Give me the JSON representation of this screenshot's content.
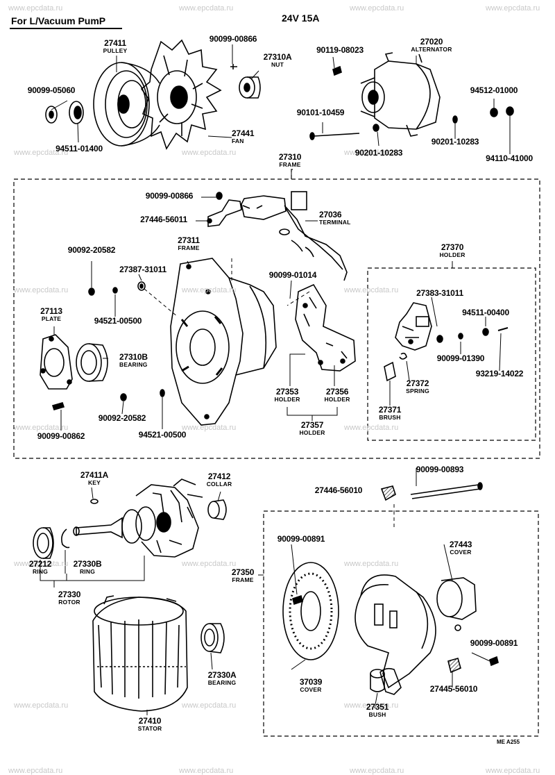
{
  "header": {
    "left_title": "For L/Vacuum PumP",
    "right_title": "24V 15A"
  },
  "watermark": "www.epcdata.ru",
  "footer_code": "ME A255",
  "parts": {
    "p27411": {
      "num": "27411",
      "name": "PULLEY"
    },
    "p90099_00866a": {
      "num": "90099-00866",
      "name": ""
    },
    "p27310A": {
      "num": "27310A",
      "name": "NUT"
    },
    "p90119_08023": {
      "num": "90119-08023",
      "name": ""
    },
    "p27020": {
      "num": "27020",
      "name": "ALTERNATOR"
    },
    "p90099_05060": {
      "num": "90099-05060",
      "name": ""
    },
    "p94511_01400": {
      "num": "94511-01400",
      "name": ""
    },
    "p27441": {
      "num": "27441",
      "name": "FAN"
    },
    "p90101_10459": {
      "num": "90101-10459",
      "name": ""
    },
    "p94512_01000": {
      "num": "94512-01000",
      "name": ""
    },
    "p90201_10283a": {
      "num": "90201-10283",
      "name": ""
    },
    "p90201_10283b": {
      "num": "90201-10283",
      "name": ""
    },
    "p94110_41000": {
      "num": "94110-41000",
      "name": ""
    },
    "p27310": {
      "num": "27310",
      "name": "FRAME"
    },
    "p90099_00866b": {
      "num": "90099-00866",
      "name": ""
    },
    "p27446_56011": {
      "num": "27446-56011",
      "name": ""
    },
    "p27036": {
      "num": "27036",
      "name": "TERMINAL"
    },
    "p90092_20582a": {
      "num": "90092-20582",
      "name": ""
    },
    "p27311": {
      "num": "27311",
      "name": "FRAME"
    },
    "p27387_31011": {
      "num": "27387-31011",
      "name": ""
    },
    "p90099_01014": {
      "num": "90099-01014",
      "name": ""
    },
    "p27370": {
      "num": "27370",
      "name": "HOLDER"
    },
    "p27113": {
      "num": "27113",
      "name": "PLATE"
    },
    "p94521_00500a": {
      "num": "94521-00500",
      "name": ""
    },
    "p27383_31011": {
      "num": "27383-31011",
      "name": ""
    },
    "p94511_00400": {
      "num": "94511-00400",
      "name": ""
    },
    "p27310B": {
      "num": "27310B",
      "name": "BEARING"
    },
    "p90099_01390": {
      "num": "90099-01390",
      "name": ""
    },
    "p93219_14022": {
      "num": "93219-14022",
      "name": ""
    },
    "p27353": {
      "num": "27353",
      "name": "HOLDER"
    },
    "p27356": {
      "num": "27356",
      "name": "HOLDER"
    },
    "p27372": {
      "num": "27372",
      "name": "SPRING"
    },
    "p90092_20582b": {
      "num": "90092-20582",
      "name": ""
    },
    "p27371": {
      "num": "27371",
      "name": "BRUSH"
    },
    "p90099_00862": {
      "num": "90099-00862",
      "name": ""
    },
    "p94521_00500b": {
      "num": "94521-00500",
      "name": ""
    },
    "p27357": {
      "num": "27357",
      "name": "HOLDER"
    },
    "p27411A": {
      "num": "27411A",
      "name": "KEY"
    },
    "p27412": {
      "num": "27412",
      "name": "COLLAR"
    },
    "p90099_00893": {
      "num": "90099-00893",
      "name": ""
    },
    "p27446_56010": {
      "num": "27446-56010",
      "name": ""
    },
    "p90099_00891a": {
      "num": "90099-00891",
      "name": ""
    },
    "p27443": {
      "num": "27443",
      "name": "COVER"
    },
    "p27212": {
      "num": "27212",
      "name": "RING"
    },
    "p27330B": {
      "num": "27330B",
      "name": "RING"
    },
    "p27350": {
      "num": "27350",
      "name": "FRAME"
    },
    "p27330": {
      "num": "27330",
      "name": "ROTOR"
    },
    "p90099_00891b": {
      "num": "90099-00891",
      "name": ""
    },
    "p27330A": {
      "num": "27330A",
      "name": "BEARING"
    },
    "p37039": {
      "num": "37039",
      "name": "COVER"
    },
    "p27445_56010": {
      "num": "27445-56010",
      "name": ""
    },
    "p27351": {
      "num": "27351",
      "name": "BUSH"
    },
    "p27410": {
      "num": "27410",
      "name": "STATOR"
    }
  }
}
